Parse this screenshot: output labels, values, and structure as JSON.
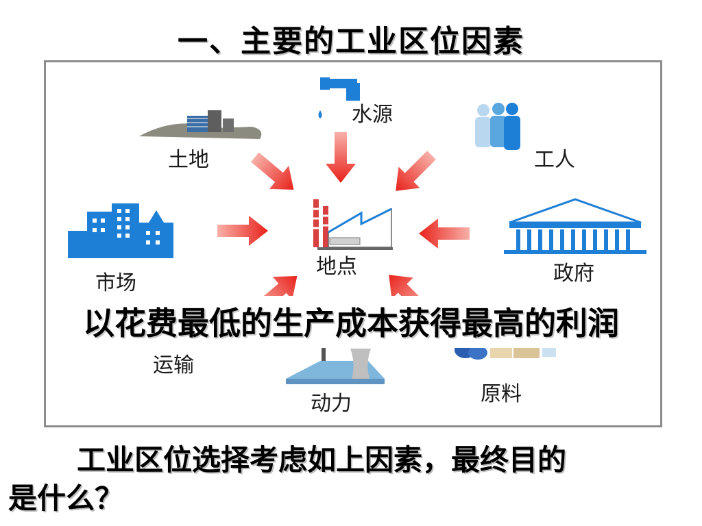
{
  "title": "一、主要的工业区位因素",
  "diagram": {
    "center": "地点",
    "factors": {
      "water": "水源",
      "land": "土地",
      "workers": "工人",
      "market": "市场",
      "government": "政府",
      "transport": "运输",
      "power": "动力",
      "raw_materials": "原料"
    }
  },
  "banner": "以花费最低的生产成本获得最高的利润",
  "question": {
    "line1": "工业区位选择考虑如上因素，最终目的",
    "line2": "是什么？"
  },
  "colors": {
    "arrow": "#e8221b",
    "icon_blue": "#1e7fd6",
    "frame": "#8c8c8c"
  }
}
